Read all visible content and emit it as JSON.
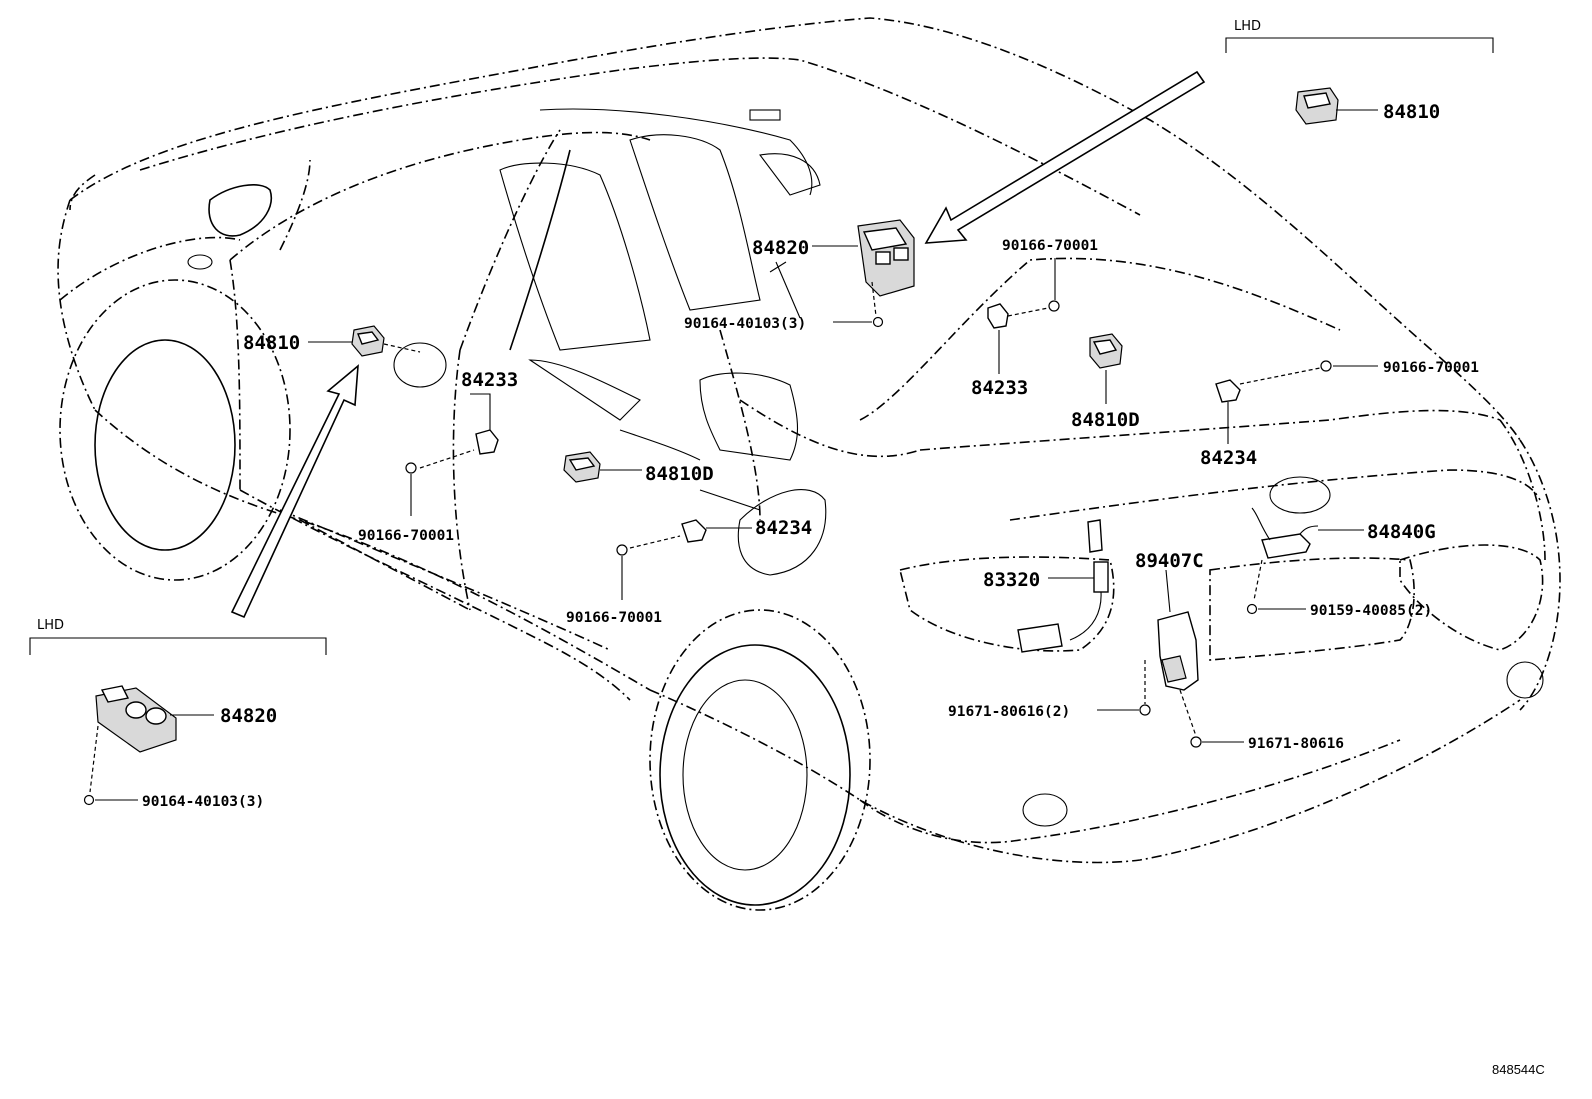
{
  "diagram": {
    "reference_code": "848544C",
    "groups": {
      "lhd_top_right": "LHD",
      "lhd_bottom_left": "LHD"
    },
    "callouts": {
      "c84810_top": "84810",
      "c84820_center": "84820",
      "c90166_top": "90166-70001",
      "c90164_center": "90164-40103(3)",
      "c84233_right": "84233",
      "c84810D_right": "84810D",
      "c90166_right": "90166-70001",
      "c84234_right": "84234",
      "c84810_left": "84810",
      "c84233_left": "84233",
      "c90166_left": "90166-70001",
      "c84810D_center": "84810D",
      "c84234_center": "84234",
      "c90166_center": "90166-70001",
      "c84840G": "84840G",
      "c89407C": "89407C",
      "c83320": "83320",
      "c90159": "90159-40085(2)",
      "c91671_2": "91671-80616(2)",
      "c91671": "91671-80616",
      "c84820_bottom": "84820",
      "c90164_bottom": "90164-40103(3)"
    }
  }
}
